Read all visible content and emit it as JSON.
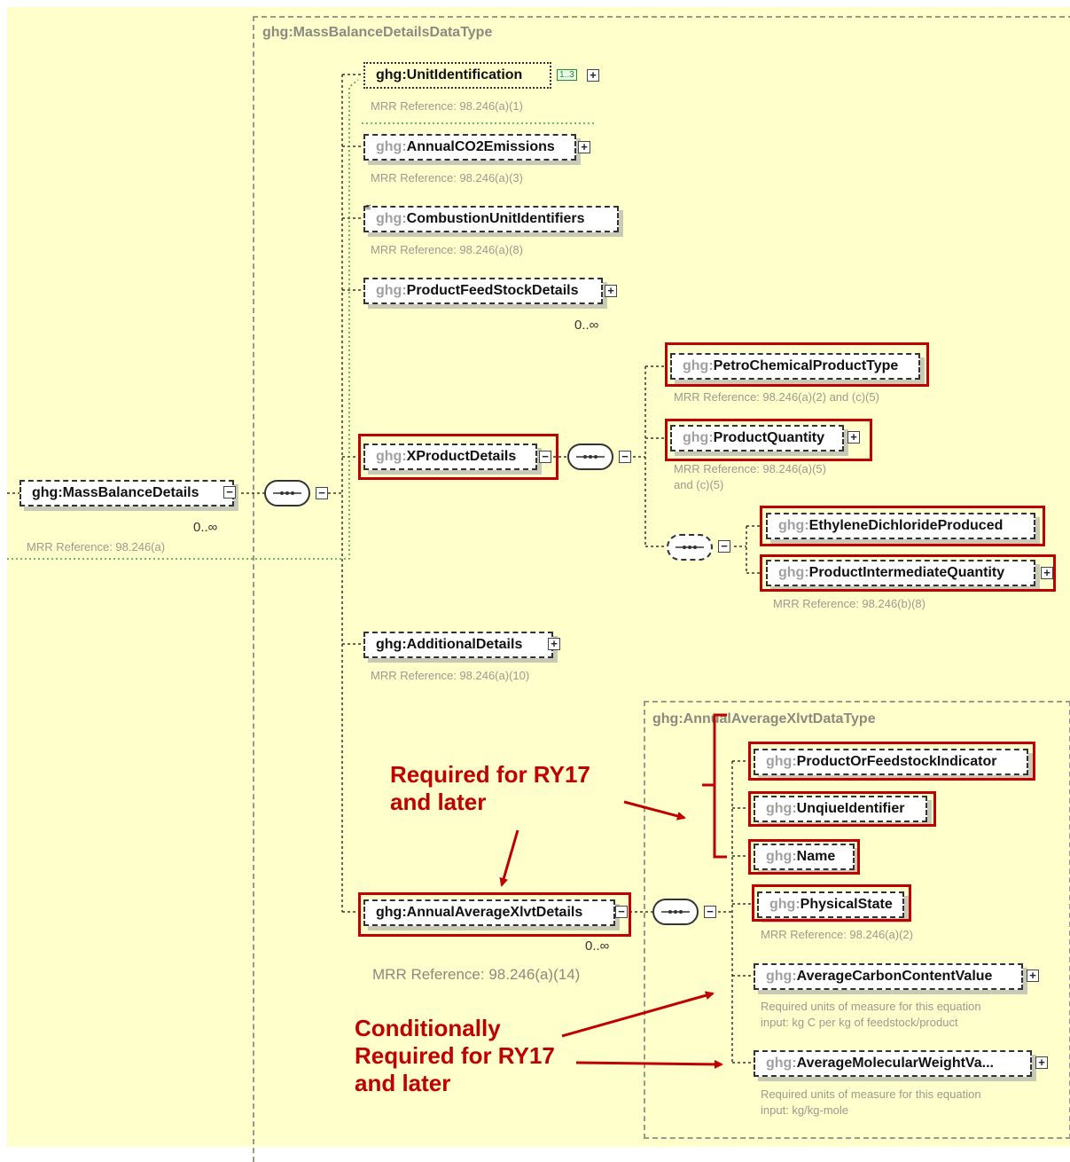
{
  "diagram": {
    "outer_type_label": "ghg:MassBalanceDetailsDataType",
    "inner_type_label": "ghg:AnnualAverageXlvtDataType",
    "root": {
      "prefix": "ghg:",
      "name": "MassBalanceDetails",
      "cardinality": "0..∞",
      "reference": "MRR Reference:  98.246(a)"
    },
    "elements": [
      {
        "prefix": "ghg:",
        "name": "UnitIdentification",
        "reference": "MRR Reference:  98.246(a)(1)",
        "badge": "1..3"
      },
      {
        "prefix": "ghg:",
        "name": "AnnualCO2Emissions",
        "reference": "MRR Reference:  98.246(a)(3)"
      },
      {
        "prefix": "ghg:",
        "name": "CombustionUnitIdentifiers",
        "reference": "MRR Reference:  98.246(a)(8)"
      },
      {
        "prefix": "ghg:",
        "name": "ProductFeedStockDetails",
        "cardinality": "0..∞"
      },
      {
        "prefix": "ghg:",
        "name": "XProductDetails"
      },
      {
        "prefix": "ghg:",
        "name": "AdditionalDetails",
        "reference": "MRR Reference:  98.246(a)(10)"
      },
      {
        "prefix": "ghg:",
        "name": "AnnualAverageXlvtDetails",
        "cardinality": "0..∞",
        "reference": "MRR Reference: 98.246(a)(14)"
      }
    ],
    "xproduct_children": [
      {
        "prefix": "ghg:",
        "name": "PetroChemicalProductType",
        "reference": "MRR Reference:  98.246(a)(2) and (c)(5)"
      },
      {
        "prefix": "ghg:",
        "name": "ProductQuantity",
        "reference": "MRR Reference:  98.246(a)(5)",
        "reference2": "and (c)(5)"
      },
      {
        "prefix": "ghg:",
        "name": "EthyleneDichlorideProduced"
      },
      {
        "prefix": "ghg:",
        "name": "ProductIntermediateQuantity",
        "reference": "MRR Reference: 98.246(b)(8)"
      }
    ],
    "xlvt_children": [
      {
        "prefix": "ghg:",
        "name": "ProductOrFeedstockIndicator"
      },
      {
        "prefix": "ghg:",
        "name": "UnqiueIdentifier"
      },
      {
        "prefix": "ghg:",
        "name": "Name"
      },
      {
        "prefix": "ghg:",
        "name": "PhysicalState",
        "reference": "MRR Reference: 98.246(a)(2)"
      },
      {
        "prefix": "ghg:",
        "name": "AverageCarbonContentValue",
        "note1": "Required units of measure for this equation",
        "note2": "input: kg C per kg of feedstock/product"
      },
      {
        "prefix": "ghg:",
        "name": "AverageMolecularWeightVa...",
        "note1": "Required units of measure for this equation",
        "note2": "input: kg/kg-mole"
      }
    ],
    "annotations": {
      "required": "Required for RY17\nand later",
      "conditional": "Conditionally\nRequired for RY17\nand later"
    },
    "colors": {
      "background": "#ffffcc",
      "highlight": "#c00000",
      "connector": "#333333",
      "green_dotted": "#33aa33"
    }
  }
}
